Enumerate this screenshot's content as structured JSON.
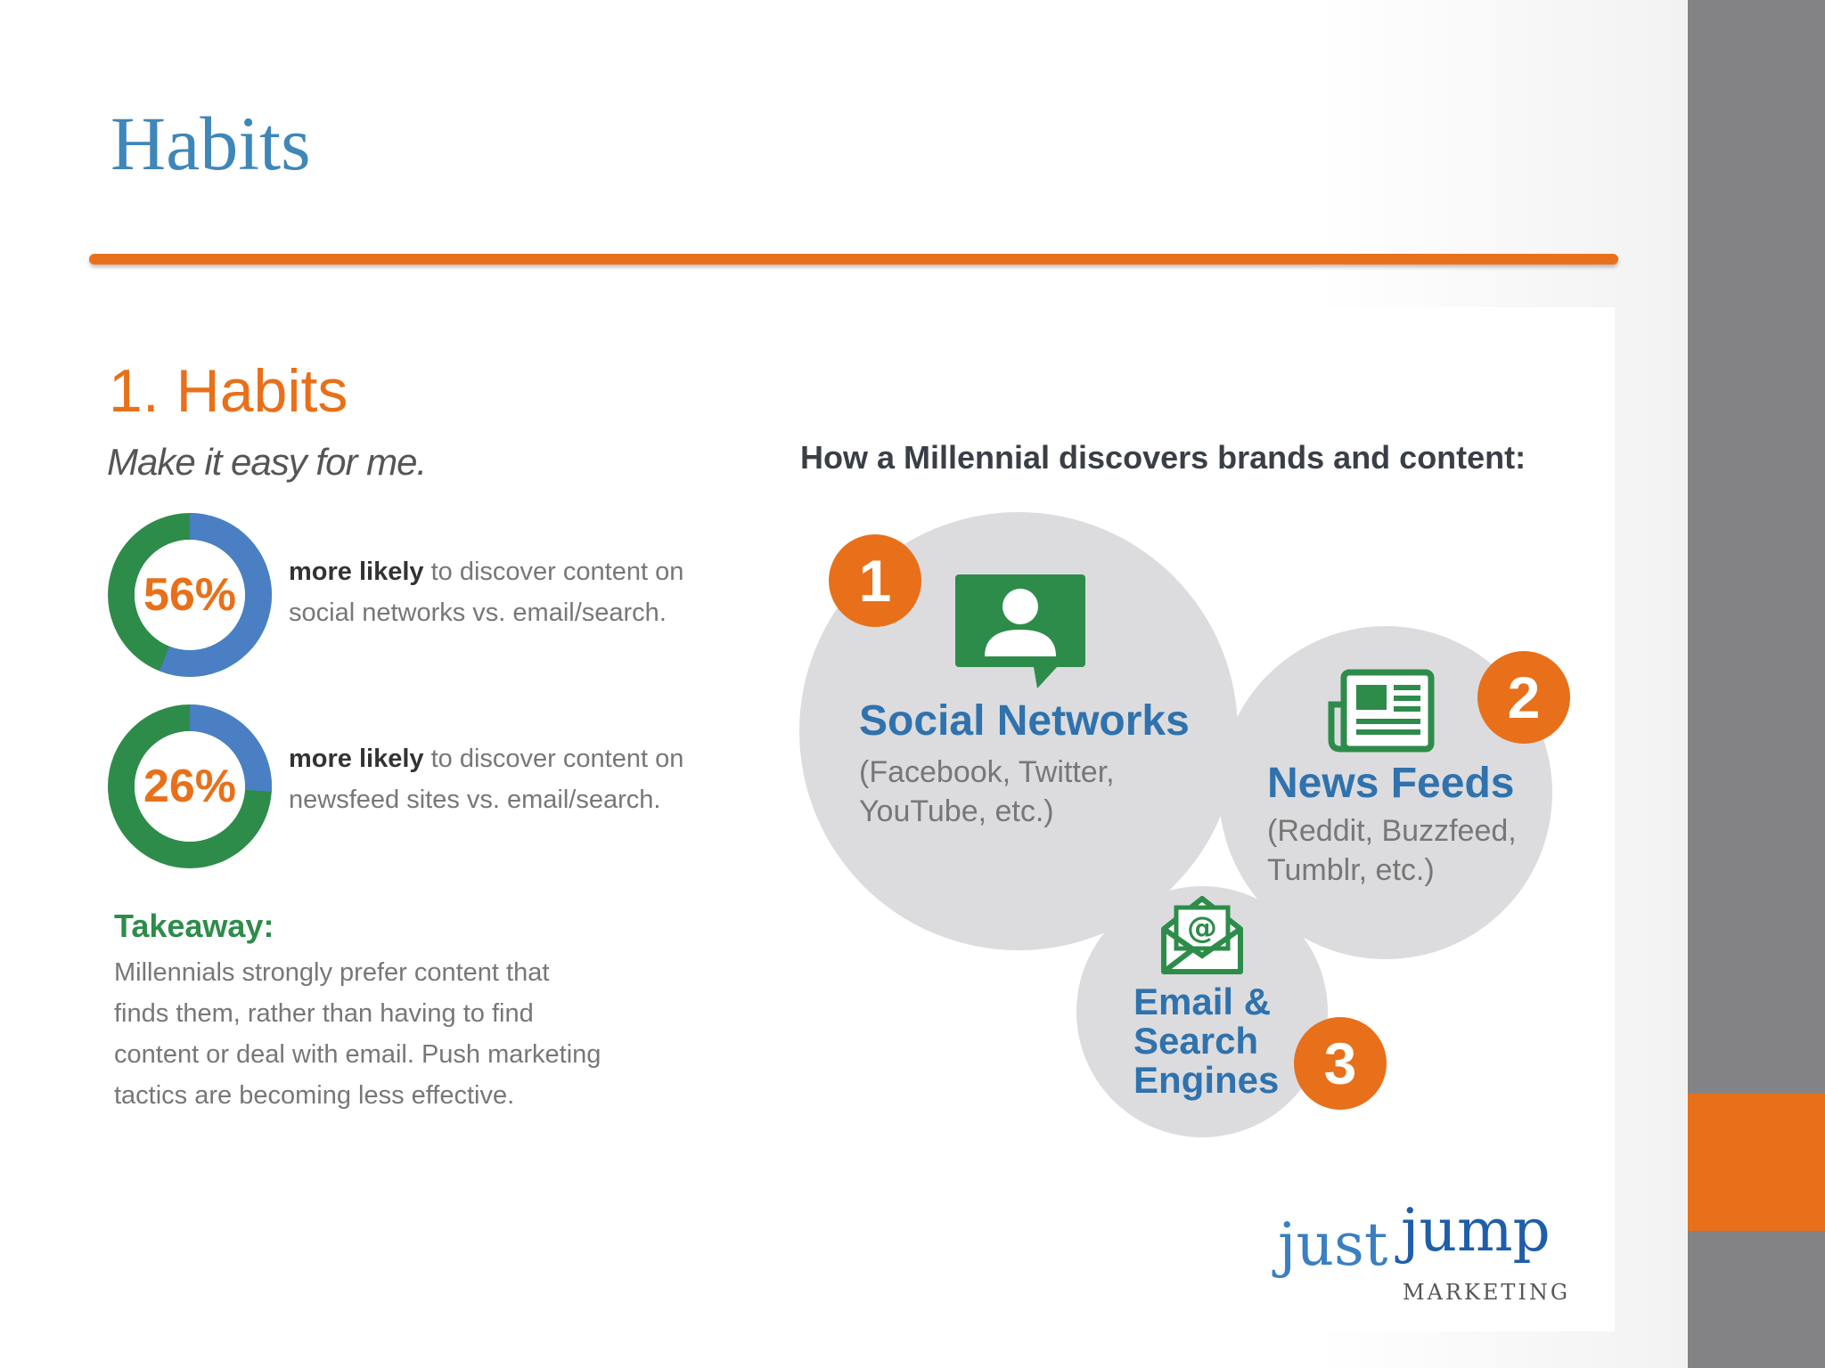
{
  "slide": {
    "title": "Habits"
  },
  "infographic": {
    "heading": "1. Habits",
    "subheading": "Make it easy for me.",
    "stats": [
      {
        "percent": "56%",
        "fraction": 0.56,
        "bold": "more likely",
        "line1_rest": "to discover content on",
        "line2": "social networks vs. email/search."
      },
      {
        "percent": "26%",
        "fraction": 0.26,
        "bold": "more likely",
        "line1_rest": "to discover content on",
        "line2": "newsfeed sites vs. email/search."
      }
    ],
    "takeaway": {
      "title": "Takeaway:",
      "lines": [
        "Millennials strongly prefer content that",
        "finds them, rather than having to find",
        "content or deal with email. Push marketing",
        "tactics are becoming less effective."
      ]
    },
    "discovery": {
      "heading": "How a Millennial discovers brands and content:",
      "items": [
        {
          "rank": "1",
          "title": "Social Networks",
          "sub_lines": [
            "(Facebook, Twitter,",
            "YouTube, etc.)"
          ],
          "icon": "user-chat-icon"
        },
        {
          "rank": "2",
          "title": "News Feeds",
          "sub_lines": [
            "(Reddit, Buzzfeed,",
            "Tumblr, etc.)"
          ],
          "icon": "newspaper-icon"
        },
        {
          "rank": "3",
          "title_lines": [
            "Email &",
            "Search",
            "Engines"
          ],
          "icon": "email-at-icon"
        }
      ]
    }
  },
  "logo": {
    "just": "just",
    "jump": "jump",
    "marketing": "MARKETING"
  },
  "colors": {
    "title_blue": "#3f86b9",
    "accent_orange": "#e8701a",
    "ring_green": "#2e8c4a",
    "ring_blue": "#4a7fc4",
    "bubble_grey": "#dcdcdf",
    "side_grey": "#838386"
  }
}
